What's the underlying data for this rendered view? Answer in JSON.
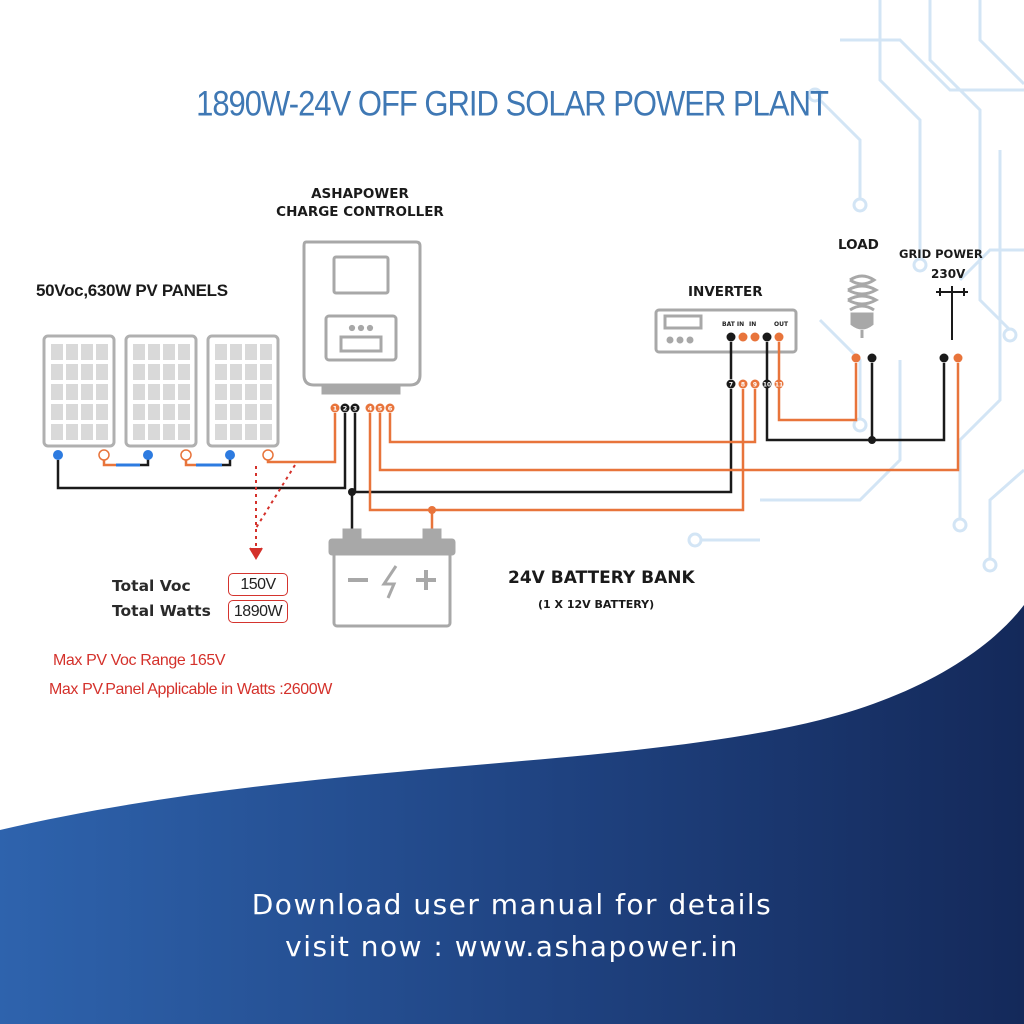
{
  "title": "1890W-24V OFF GRID SOLAR POWER PLANT",
  "charge_controller": {
    "line1": "ASHAPOWER",
    "line2": "CHARGE CONTROLLER",
    "terminals": [
      "1",
      "2",
      "3",
      "4",
      "5",
      "6"
    ]
  },
  "pv_panels": {
    "label": "50Voc,630W PV PANELS",
    "count": 3
  },
  "inverter": {
    "label": "INVERTER",
    "bat_in": "BAT IN",
    "in": "IN",
    "out": "OUT",
    "terminals": [
      "7",
      "8",
      "9",
      "10",
      "11"
    ]
  },
  "load": {
    "label": "LOAD"
  },
  "grid": {
    "label": "GRID POWER",
    "voltage": "230V"
  },
  "battery": {
    "label": "24V BATTERY BANK",
    "sublabel": "(1 X 12V  BATTERY)"
  },
  "summary": {
    "voc_label": "Total Voc",
    "voc_value": "150V",
    "watts_label": "Total Watts",
    "watts_value": "1890W"
  },
  "notes": {
    "line1": "Max PV Voc Range 165V",
    "line2": "Max PV.Panel Applicable in Watts :2600W"
  },
  "footer": {
    "line1": "Download user manual for details",
    "line2": "visit now : www.ashapower.in"
  },
  "colors": {
    "title": "#3f78b4",
    "wire_positive": "#e8743b",
    "wire_negative": "#1a1a1a",
    "note_red": "#d4312b",
    "footer_dark": "#14295a",
    "footer_blue": "#2e63ad"
  }
}
